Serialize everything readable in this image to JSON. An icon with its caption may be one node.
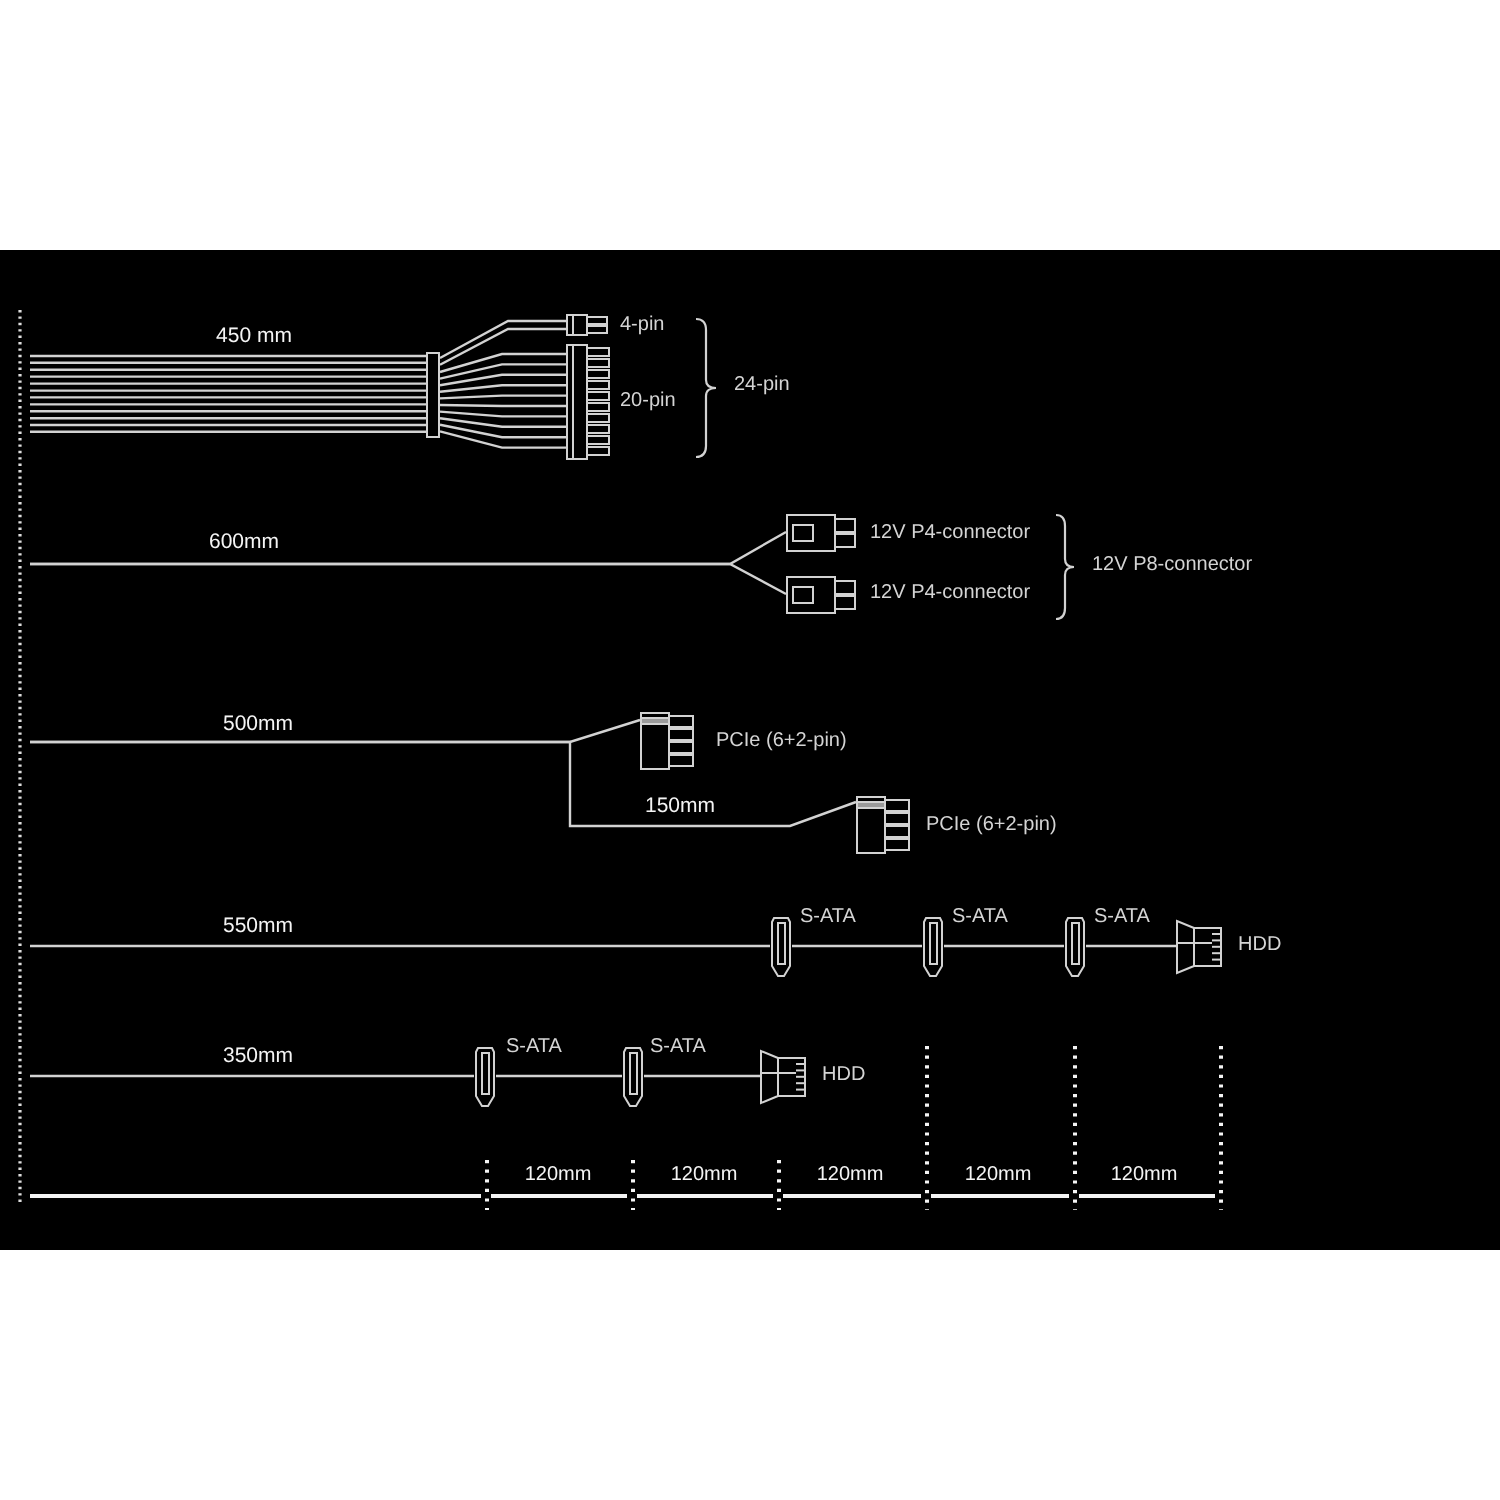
{
  "diagram": {
    "nodes": [
      {
        "text": [],
        "shape": "bar"
      },
      {
        "text": [],
        "shape": "picture",
        "beside": [
          "4-pin"
        ]
      },
      {
        "text": [],
        "shape": "picture",
        "beside": [
          "20-pin"
        ]
      },
      {
        "text": [],
        "shape": "picture",
        "beside": [
          "12V P4-connector"
        ]
      },
      {
        "text": [],
        "shape": "picture",
        "beside": [
          "12V P4-connector"
        ]
      },
      {
        "text": [],
        "shape": "picture",
        "beside": [
          "PCIe (6+2-pin)"
        ]
      },
      {
        "text": [],
        "shape": "picture",
        "beside": [
          "PCIe (6+2-pin)"
        ]
      },
      {
        "text": [],
        "shape": "picture",
        "beside": [
          "S-ATA"
        ]
      },
      {
        "text": [],
        "shape": "picture",
        "beside": [
          "S-ATA"
        ]
      },
      {
        "text": [],
        "shape": "picture",
        "beside": [
          "S-ATA"
        ]
      },
      {
        "text": [],
        "shape": "picture",
        "beside": [
          "HDD"
        ]
      },
      {
        "text": [],
        "shape": "picture",
        "beside": [
          "S-ATA"
        ]
      },
      {
        "text": [],
        "shape": "picture",
        "beside": [
          "S-ATA"
        ]
      },
      {
        "text": [],
        "shape": "picture",
        "beside": [
          "HDD"
        ]
      }
    ],
    "edges": [
      {
        "from": null,
        "to": 0,
        "arrow": "none",
        "label": "450 mm"
      },
      {
        "from": 0,
        "to": 1,
        "arrow": "none"
      },
      {
        "from": 0,
        "to": 2,
        "arrow": "none"
      },
      {
        "from": null,
        "to": 3,
        "arrow": "none",
        "label": "600mm"
      },
      {
        "from": null,
        "to": 4,
        "arrow": "none"
      },
      {
        "from": null,
        "to": 5,
        "arrow": "none",
        "label": "500mm"
      },
      {
        "from": null,
        "to": 6,
        "arrow": "none",
        "label": "150mm"
      },
      {
        "from": null,
        "to": 7,
        "arrow": "none",
        "label": "550mm"
      },
      {
        "from": 7,
        "to": 8,
        "arrow": "none"
      },
      {
        "from": 8,
        "to": 9,
        "arrow": "none"
      },
      {
        "from": 9,
        "to": 10,
        "arrow": "none"
      },
      {
        "from": null,
        "to": 11,
        "arrow": "none",
        "label": "350mm"
      },
      {
        "from": 11,
        "to": 12,
        "arrow": "none"
      },
      {
        "from": 12,
        "to": 13,
        "arrow": "none"
      }
    ],
    "labels": [
      "24-pin",
      "12V P8-connector",
      "120mm",
      "120mm",
      "120mm",
      "120mm",
      "120mm"
    ]
  }
}
